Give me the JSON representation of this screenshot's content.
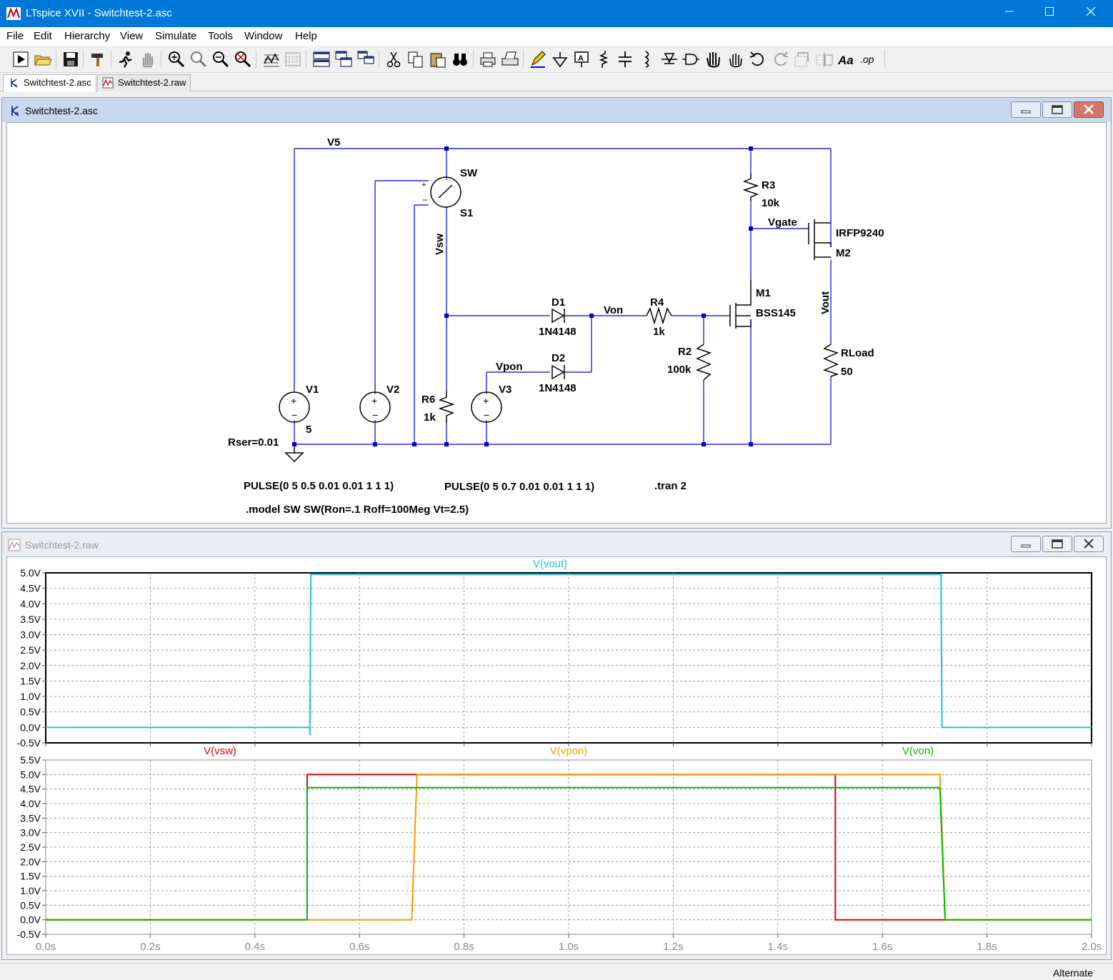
{
  "window": {
    "title": "LTspice XVII - Switchtest-2.asc"
  },
  "menu": [
    "File",
    "Edit",
    "Hierarchy",
    "View",
    "Simulate",
    "Tools",
    "Window",
    "Help"
  ],
  "tabs": [
    {
      "label": "Switchtest-2.asc",
      "active": true
    },
    {
      "label": "Switchtest-2.raw",
      "active": false
    }
  ],
  "schematic_window": {
    "title": "Switchtest-2.asc"
  },
  "schematic": {
    "net_labels": [
      "V5",
      "Vsw",
      "Von",
      "Vpon",
      "Vgate",
      "Vout"
    ],
    "components": {
      "SW": {
        "name": "SW",
        "ref": "S1"
      },
      "R3": {
        "ref": "R3",
        "value": "10k"
      },
      "M2": {
        "model": "IRFP9240",
        "ref": "M2"
      },
      "M1": {
        "ref": "M1",
        "model": "BSS145"
      },
      "D1": {
        "ref": "D1",
        "model": "1N4148"
      },
      "D2": {
        "ref": "D2",
        "model": "1N4148"
      },
      "R4": {
        "ref": "R4",
        "value": "1k"
      },
      "R2": {
        "ref": "R2",
        "value": "100k"
      },
      "R6": {
        "ref": "R6",
        "value": "1k"
      },
      "RLoad": {
        "ref": "RLoad",
        "value": "50"
      },
      "V1": {
        "ref": "V1",
        "value": "5",
        "extra": "Rser=0.01"
      },
      "V2": {
        "ref": "V2"
      },
      "V3": {
        "ref": "V3"
      }
    },
    "directives": {
      "pulse_v2": "PULSE(0 5 0.5 0.01 0.01 1 1 1)",
      "pulse_v3": "PULSE(0 5 0.7 0.01 0.01 1 1 1)",
      "tran": ".tran 2",
      "model": ".model SW SW(Ron=.1 Roff=100Meg Vt=2.5)"
    }
  },
  "waveform_window": {
    "title": "Switchtest-2.raw"
  },
  "status": {
    "text": "Alternate"
  },
  "colors": {
    "vout": "#22c1cf",
    "vsw": "#e60000",
    "vpon": "#ff9900",
    "von": "#00bb00",
    "wire": "#0000cc",
    "titlebar": "#0078d7"
  },
  "chart_data": [
    {
      "type": "line",
      "title": "",
      "xlim": [
        0,
        2.0
      ],
      "ylim": [
        -0.5,
        5.0
      ],
      "x_ticks": [
        "0.0s",
        "0.2s",
        "0.4s",
        "0.6s",
        "0.8s",
        "1.0s",
        "1.2s",
        "1.4s",
        "1.6s",
        "1.8s",
        "2.0s"
      ],
      "y_ticks": [
        "5.0V",
        "4.5V",
        "4.0V",
        "3.5V",
        "3.0V",
        "2.5V",
        "2.0V",
        "1.5V",
        "1.0V",
        "0.5V",
        "0.0V",
        "-0.5V"
      ],
      "grid": true,
      "series": [
        {
          "name": "V(vout)",
          "color": "#22c1cf",
          "x": [
            0,
            0.505,
            0.505,
            0.507,
            1.712,
            1.714,
            2.0
          ],
          "y": [
            0,
            0,
            -0.25,
            4.95,
            4.95,
            0,
            0
          ]
        }
      ]
    },
    {
      "type": "line",
      "title": "",
      "xlim": [
        0,
        2.0
      ],
      "ylim": [
        -0.5,
        5.5
      ],
      "x_ticks": [
        "0.0s",
        "0.2s",
        "0.4s",
        "0.6s",
        "0.8s",
        "1.0s",
        "1.2s",
        "1.4s",
        "1.6s",
        "1.8s",
        "2.0s"
      ],
      "y_ticks": [
        "5.5V",
        "5.0V",
        "4.5V",
        "4.0V",
        "3.5V",
        "3.0V",
        "2.5V",
        "2.0V",
        "1.5V",
        "1.0V",
        "0.5V",
        "0.0V",
        "-0.5V"
      ],
      "grid": true,
      "series": [
        {
          "name": "V(vsw)",
          "color": "#e60000",
          "x": [
            0,
            0.5,
            0.5,
            1.51,
            1.51,
            2.0
          ],
          "y": [
            0,
            0,
            5,
            5,
            0,
            0
          ]
        },
        {
          "name": "V(vpon)",
          "color": "#ff9900",
          "x": [
            0,
            0.7,
            0.71,
            1.71,
            1.72,
            2.0
          ],
          "y": [
            0,
            0,
            5,
            5,
            0,
            0
          ]
        },
        {
          "name": "V(von)",
          "color": "#00bb00",
          "x": [
            0,
            0.5,
            0.5,
            1.71,
            1.72,
            2.0
          ],
          "y": [
            0,
            0,
            4.55,
            4.55,
            0,
            0
          ]
        }
      ]
    }
  ]
}
